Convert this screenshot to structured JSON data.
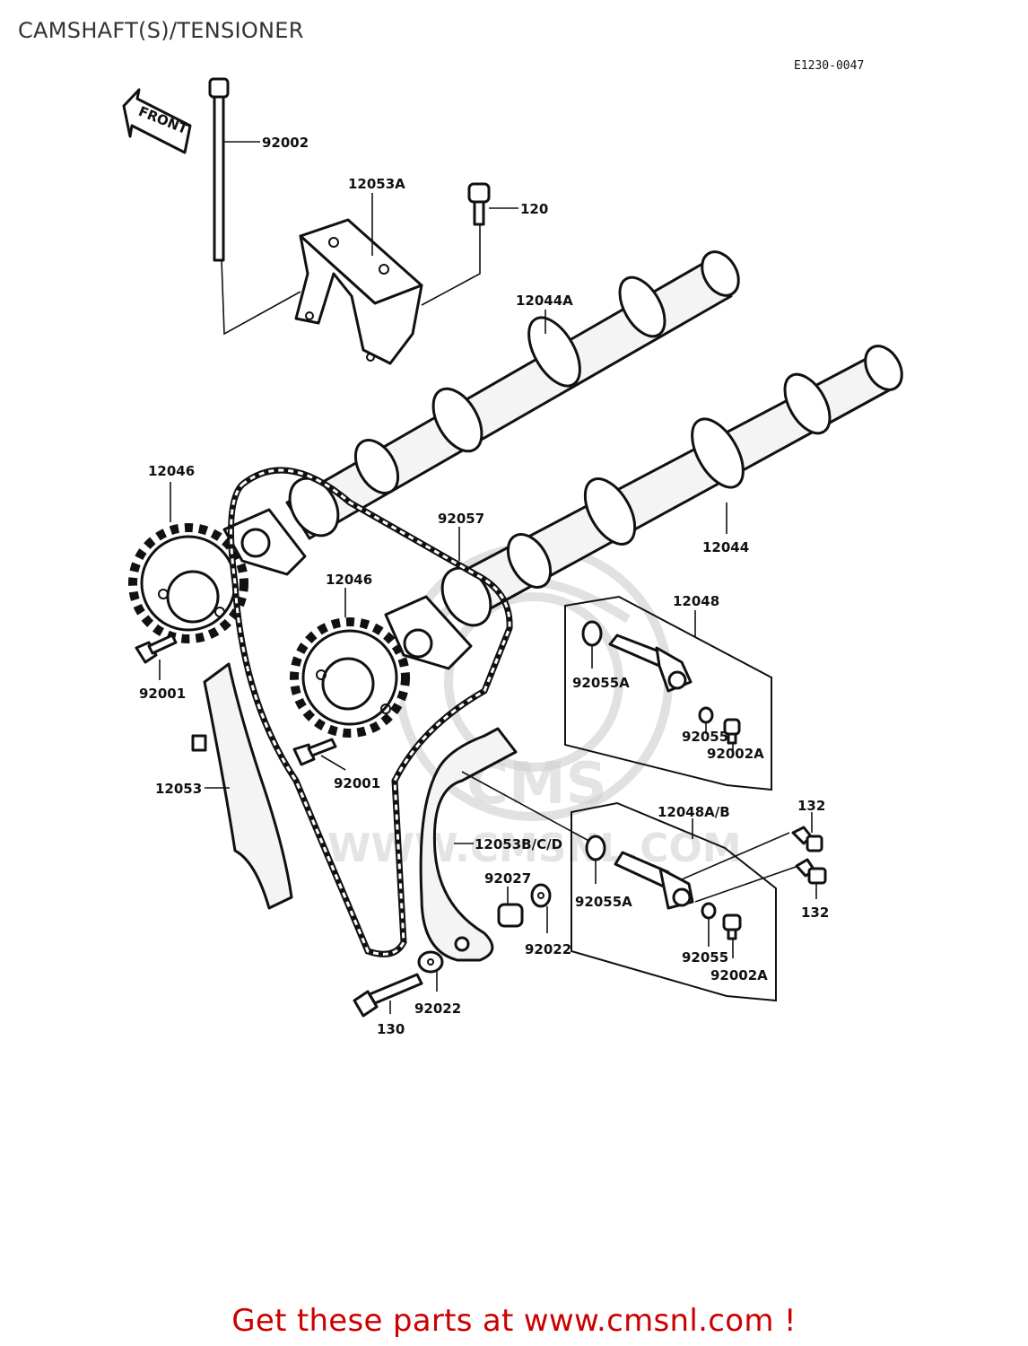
{
  "page": {
    "title": "CAMSHAFT(S)/TENSIONER",
    "diagram_code": "E1230-0047",
    "front_label": "FRONT",
    "footer": "Get these parts at www.cmsnl.com !"
  },
  "watermark": {
    "brand": "CMS",
    "url": "WWW.CMSNL.COM"
  },
  "callouts": [
    {
      "id": "92002",
      "text": "92002"
    },
    {
      "id": "12053A",
      "text": "12053A"
    },
    {
      "id": "120",
      "text": "120"
    },
    {
      "id": "12044A",
      "text": "12044A"
    },
    {
      "id": "12046-left",
      "text": "12046"
    },
    {
      "id": "92057",
      "text": "92057"
    },
    {
      "id": "12044",
      "text": "12044"
    },
    {
      "id": "12046-center",
      "text": "12046"
    },
    {
      "id": "12048",
      "text": "12048"
    },
    {
      "id": "92055A-upper",
      "text": "92055A"
    },
    {
      "id": "92001-left",
      "text": "92001"
    },
    {
      "id": "92055-upper",
      "text": "92055"
    },
    {
      "id": "92002A-upper",
      "text": "92002A"
    },
    {
      "id": "92001-center",
      "text": "92001"
    },
    {
      "id": "12053",
      "text": "12053"
    },
    {
      "id": "12048AB",
      "text": "12048A/B"
    },
    {
      "id": "132-upper",
      "text": "132"
    },
    {
      "id": "12053BCD",
      "text": "12053B/C/D"
    },
    {
      "id": "92027",
      "text": "92027"
    },
    {
      "id": "92055A-lower",
      "text": "92055A"
    },
    {
      "id": "132-lower",
      "text": "132"
    },
    {
      "id": "92022-center",
      "text": "92022"
    },
    {
      "id": "92055-lower",
      "text": "92055"
    },
    {
      "id": "92002A-lower",
      "text": "92002A"
    },
    {
      "id": "92022-lower",
      "text": "92022"
    },
    {
      "id": "130",
      "text": "130"
    }
  ]
}
